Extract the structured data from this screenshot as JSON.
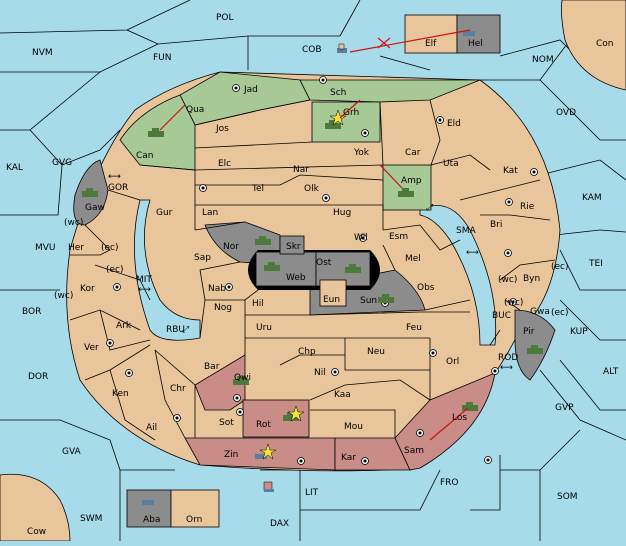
{
  "board": {
    "colors": {
      "sea": "#a8dbea",
      "land": "#e9c59c",
      "green": "#a6c995",
      "red": "#c98c86",
      "gray": "#8c8c8c",
      "tank": "#4d7a3c"
    },
    "sea_labels": [
      "POL",
      "NVM",
      "FUN",
      "COB",
      "NOM",
      "Con",
      "OVD",
      "KAL",
      "GVG",
      "GOR",
      "KAM",
      "MVU",
      "SMA",
      "TEI",
      "MIT",
      "BOR",
      "BUC",
      "KUP",
      "RBU",
      "ROD",
      "DOR",
      "ALT",
      "GVP",
      "GVA",
      "FRO",
      "SOM",
      "SWM",
      "LIT",
      "DAX",
      "Cow"
    ],
    "land_labels": [
      "Elf",
      "Hel",
      "Jad",
      "Sch",
      "Qua",
      "Grh",
      "Jos",
      "Eld",
      "Can",
      "Yok",
      "Car",
      "Elc",
      "Nar",
      "Uta",
      "Amp",
      "Kat",
      "Tel",
      "Olk",
      "Gaw",
      "Gur",
      "Lan",
      "Hug",
      "Rie",
      "Bri",
      "Wil",
      "Esm",
      "Nor",
      "Skr",
      "Her",
      "Sap",
      "Ost",
      "Mel",
      "Web",
      "Byn",
      "Kor",
      "Nab",
      "Eun",
      "Obs",
      "Gwa",
      "Sun",
      "Hil",
      "Ark",
      "Nog",
      "Pir",
      "Uru",
      "Feu",
      "Ver",
      "Chp",
      "Neu",
      "Bar",
      "Orl",
      "Nil",
      "Qwi",
      "Ken",
      "Chr",
      "Kaa",
      "Sot",
      "Rot",
      "Mou",
      "Los",
      "Ail",
      "Zin",
      "Kar",
      "Sam",
      "Aba",
      "Orn"
    ],
    "coast_tags": [
      "(wc)",
      "(ec)",
      "(ec)",
      "(wc)",
      "(wc)",
      "(ec)",
      "(wc)",
      "(ec)"
    ]
  }
}
